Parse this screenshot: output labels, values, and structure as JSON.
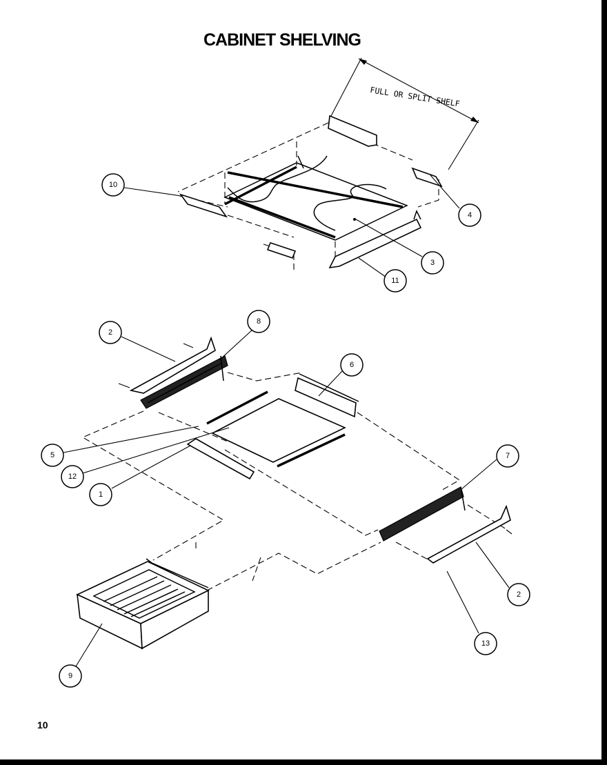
{
  "title": "CABINET SHELVING",
  "page_number": "10",
  "dimension_label": "FULL OR SPLIT SHELF",
  "callouts": [
    {
      "name": "callout-10",
      "text": "10"
    },
    {
      "name": "callout-4",
      "text": "4"
    },
    {
      "name": "callout-3",
      "text": "3"
    },
    {
      "name": "callout-11",
      "text": "11"
    },
    {
      "name": "callout-2-left",
      "text": "2"
    },
    {
      "name": "callout-8",
      "text": "8"
    },
    {
      "name": "callout-6",
      "text": "6"
    },
    {
      "name": "callout-5",
      "text": "5"
    },
    {
      "name": "callout-12",
      "text": "12"
    },
    {
      "name": "callout-1",
      "text": "1"
    },
    {
      "name": "callout-7",
      "text": "7"
    },
    {
      "name": "callout-2-right",
      "text": "2"
    },
    {
      "name": "callout-13",
      "text": "13"
    },
    {
      "name": "callout-9",
      "text": "9"
    }
  ]
}
